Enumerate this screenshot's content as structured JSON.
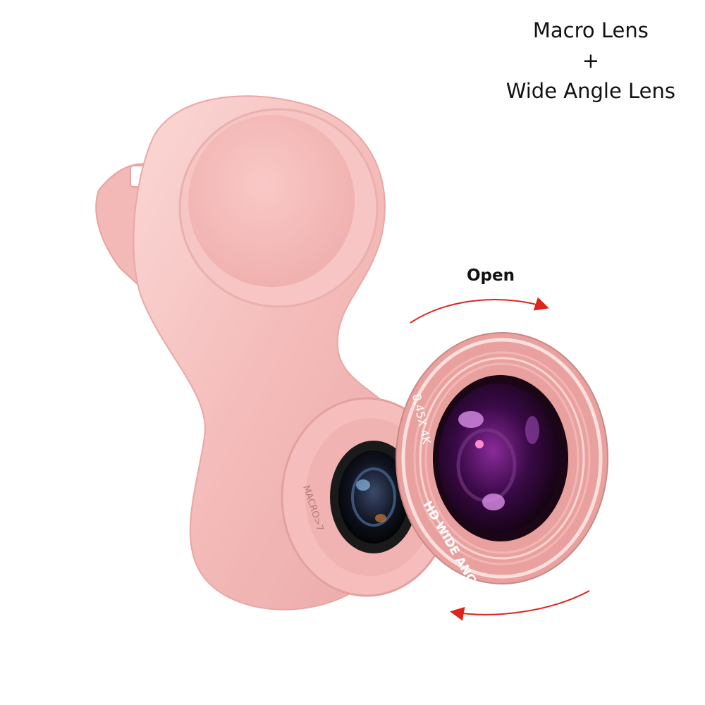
{
  "caption": {
    "line1": "Macro Lens",
    "line2": "+",
    "line3": "Wide Angle Lens"
  },
  "open_label": "Open",
  "lens_markings": {
    "wide_top": "0.45X  4K",
    "wide_bottom": "HD WIDE ANGLE",
    "macro": "MACRO>7"
  },
  "colors": {
    "body_pink": "#f6c2c0",
    "arrow_red": "#e0241b"
  }
}
